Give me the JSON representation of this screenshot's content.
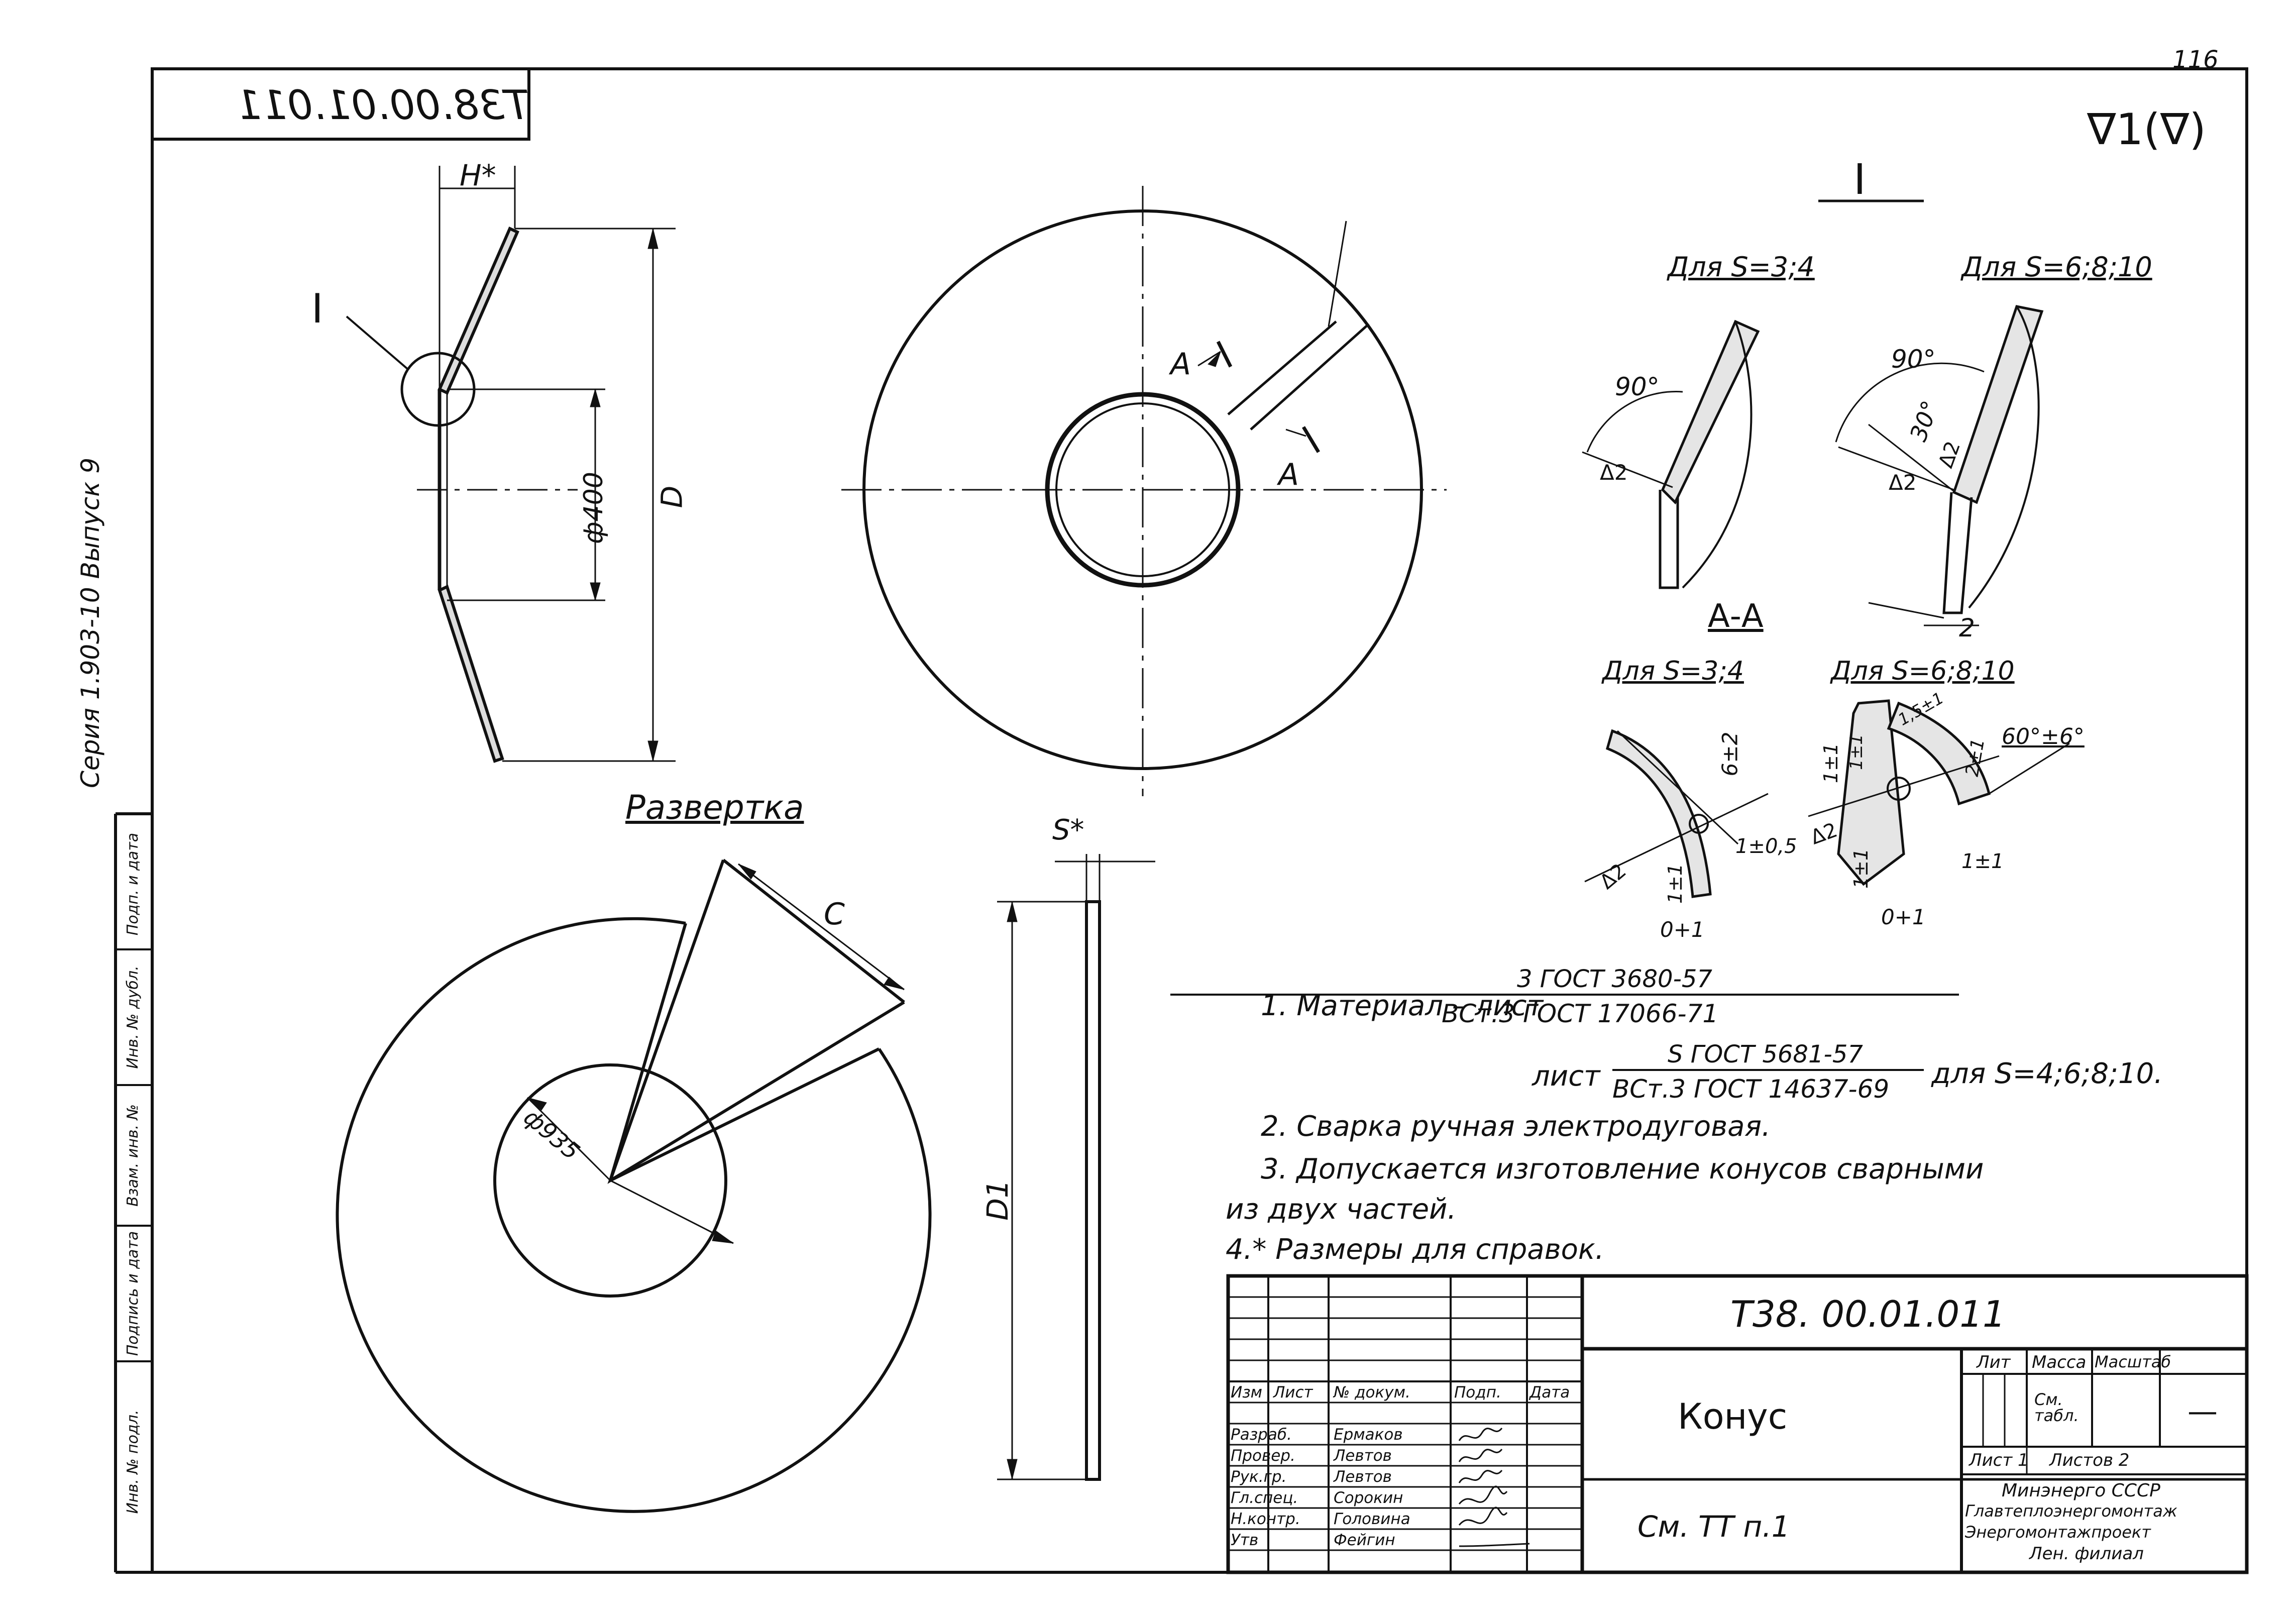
{
  "sheet": {
    "page_number": "116",
    "mirrored_code": "Т38.00.01.011",
    "surface_finish": "∇1(∇)",
    "series_label": "Серия 1.903-10 Выпуск 9",
    "side_stamp_fields": [
      "Инв. № подл.",
      "Подпись и дата",
      "Взам. инв. №",
      "Инв. № дубл.",
      "Подп. и дата"
    ]
  },
  "views": {
    "detail_marker": "I",
    "dim_h": "H*",
    "dim_d": "D",
    "dim_phi400": "ф400",
    "section_mark_a1": "A",
    "section_mark_a2": "A",
    "razvertka_title": "Развертка",
    "dim_c": "C",
    "dim_d1": "D1",
    "dim_phi935": "ф935",
    "dim_s": "S*"
  },
  "detail": {
    "title": "I",
    "left_caption": "Для S=3;4",
    "right_caption": "Для S=6;8;10",
    "angle_90_left": "90°",
    "angle_90_right": "90°",
    "angle_30": "30°",
    "weld_left": "Δ2",
    "weld_right": "Δ2",
    "weld_right2": "Δ2",
    "dim_2": "2"
  },
  "section": {
    "title": "А-А",
    "left_caption": "Для S=3;4",
    "right_caption": "Для S=6;8;10",
    "dim_6pm2": "6±2",
    "dim_1pm05": "1±0,5",
    "dim_1pm1_a": "1±1",
    "dim_0p1_a": "0+1",
    "dim_1pm1_b": "1±1",
    "dim_1pm1_c": "1±1",
    "dim_0p1_b": "0+1",
    "dim_1pm1_d": "1±1",
    "dim_1pm1_e": "1±1",
    "dim_2pm1": "2±1",
    "dim_15pm1": "1,5±1",
    "angle_60": "60°±6°",
    "weld_a": "Δ2",
    "weld_b": "Δ2"
  },
  "notes": {
    "n1_prefix": "1. Материал – лист",
    "n1_num1": "3 ГОСТ 3680-57",
    "n1_den1": "ВСт.3 ГОСТ 17066-71",
    "n1_mid": "лист",
    "n1_num2": "S ГОСТ 5681-57",
    "n1_den2": "ВСт.3 ГОСТ 14637-69",
    "n1_suffix": "для S=4;6;8;10.",
    "n2": "2. Сварка ручная электродуговая.",
    "n3": "3. Допускается изготовление конусов сварными",
    "n3b": "из двух частей.",
    "n4": "4.* Размеры для справок."
  },
  "title_block": {
    "doc_code": "Т38. 00.01.011",
    "part_name": "Конус",
    "ref": "См. ТТ п.1",
    "lit_header": "Лит",
    "mass_header": "Масса",
    "scale_header": "Масштаб",
    "mass_value": "См. табл.",
    "scale_value": "—",
    "sheet_label": "Лист 1",
    "sheets_label": "Листов 2",
    "org_lines": [
      "Минэнерго СССР",
      "Главтеплоэнергомонтаж",
      "Энергомонтажпроект",
      "Лен. филиал"
    ],
    "col_headers": [
      "Изм",
      "Лист",
      "№ докум.",
      "Подп.",
      "Дата"
    ],
    "roles": [
      {
        "role": "Разраб.",
        "name": "Ермаков"
      },
      {
        "role": "Провер.",
        "name": "Левтов"
      },
      {
        "role": "Рук.гр.",
        "name": "Левтов"
      },
      {
        "role": "Гл.спец.",
        "name": "Сорокин"
      },
      {
        "role": "Н.контр.",
        "name": "Головина"
      },
      {
        "role": "Утв",
        "name": "Фейгин"
      }
    ]
  }
}
